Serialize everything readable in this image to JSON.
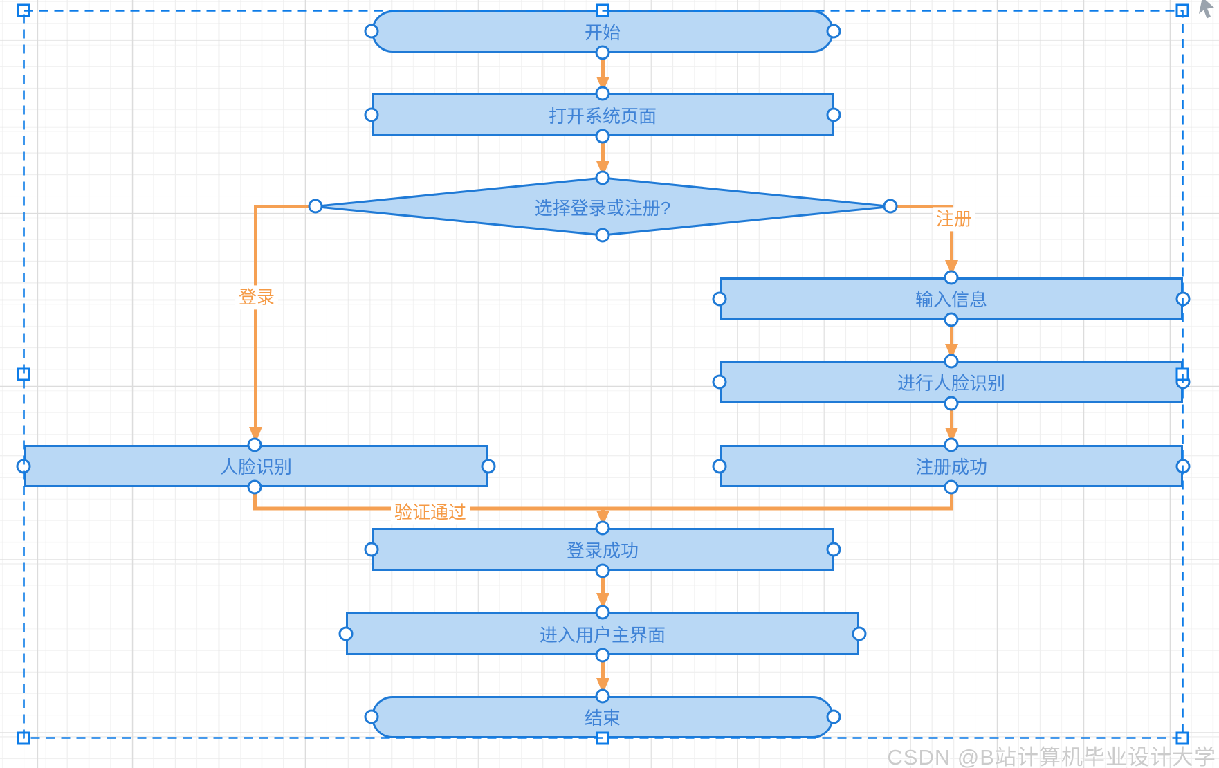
{
  "app": {
    "watermark": "CSDN @B站计算机毕业设计大学"
  },
  "flowchart": {
    "nodes": {
      "start": {
        "label": "开始",
        "shape": "stadium"
      },
      "open_page": {
        "label": "打开系统页面",
        "shape": "rect"
      },
      "decision": {
        "label": "选择登录或注册?",
        "shape": "diamond"
      },
      "input_info": {
        "label": "输入信息",
        "shape": "rect"
      },
      "register_face": {
        "label": "进行人脸识别",
        "shape": "rect"
      },
      "register_ok": {
        "label": "注册成功",
        "shape": "rect"
      },
      "login_face": {
        "label": "人脸识别",
        "shape": "rect"
      },
      "login_ok": {
        "label": "登录成功",
        "shape": "rect"
      },
      "main_ui": {
        "label": "进入用户主界面",
        "shape": "rect"
      },
      "end": {
        "label": "结束",
        "shape": "stadium"
      }
    },
    "edge_labels": {
      "login": {
        "label": "登录"
      },
      "register": {
        "label": "注册"
      },
      "verified": {
        "label": "验证通过"
      }
    }
  },
  "colors": {
    "shape_fill": "#b9d8f5",
    "shape_stroke": "#1f7ad6",
    "shape_text": "#3e82d6",
    "edge_orange": "#f5a053",
    "edge_label_orange": "#f59a45",
    "selection_blue": "#0d7ce8",
    "watermark_gray": "#cbcbcb"
  }
}
